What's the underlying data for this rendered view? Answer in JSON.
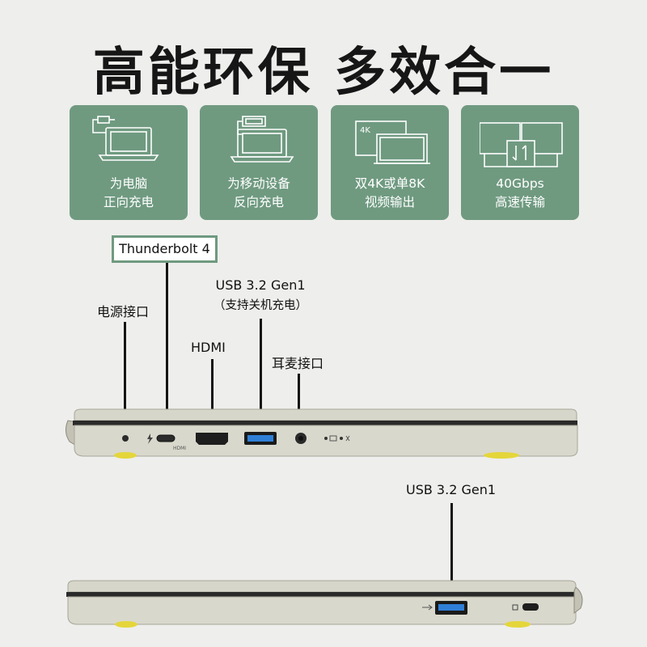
{
  "headline": "高能环保 多效合一",
  "features": [
    {
      "icon": "laptop-charging-icon",
      "line1": "为电脑",
      "line2": "正向充电"
    },
    {
      "icon": "device-charging-icon",
      "line1": "为移动设备",
      "line2": "反向充电"
    },
    {
      "icon": "dual-monitor-4k-icon",
      "line1": "双4K或单8K",
      "line2": "视频输出"
    },
    {
      "icon": "data-transfer-icon",
      "line1": "40Gbps",
      "line2": "高速传输"
    }
  ],
  "ports_left": {
    "thunderbolt": "Thunderbolt 4",
    "power": "电源接口",
    "hdmi": "HDMI",
    "usb_line1": "USB 3.2 Gen1",
    "usb_line2": "（支持关机充电）",
    "audio": "耳麦接口"
  },
  "ports_right": {
    "usb": "USB 3.2 Gen1"
  },
  "icon_texts": {
    "four_k": "4K",
    "hdmi_mark": "HDMI"
  },
  "colors": {
    "card_green": "#6f9a80",
    "usb_blue": "#2f7fd6",
    "laptop_body": "#d9d8cc",
    "foot_yellow": "#e4d63a"
  }
}
